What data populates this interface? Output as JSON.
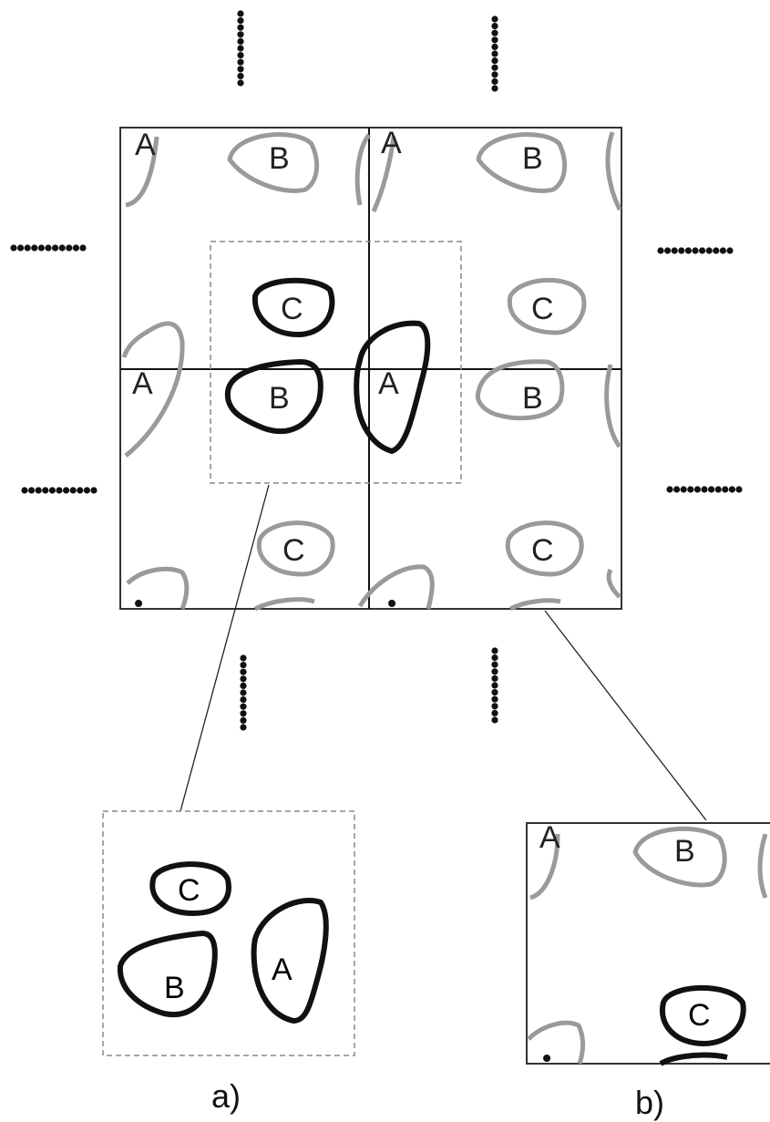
{
  "molecule_labels": {
    "a": "A",
    "b": "B",
    "c": "C"
  },
  "captions": {
    "a": "a)",
    "b": "b)"
  },
  "colors": {
    "periodic_image": "#9a9a9a",
    "asymmetric_unit": "#111111",
    "dashed_box": "#888888"
  }
}
